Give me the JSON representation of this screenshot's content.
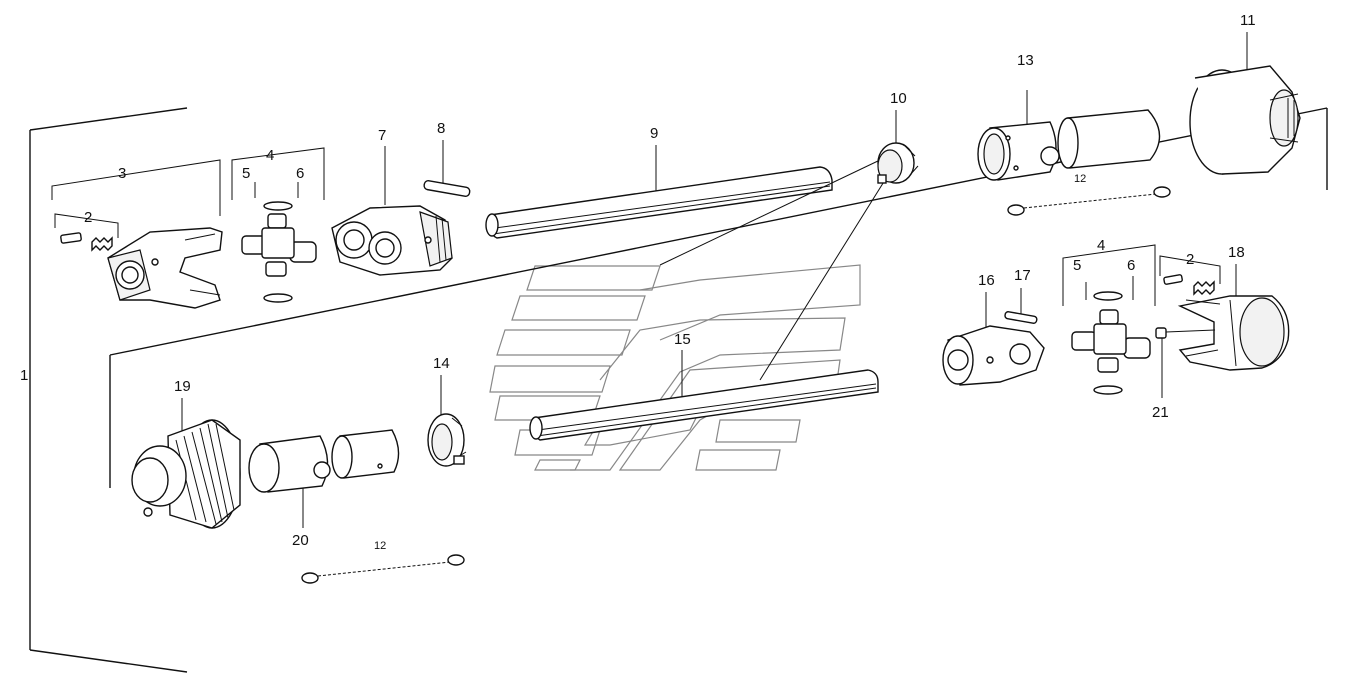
{
  "diagram": {
    "background_color": "#ffffff",
    "line_color": "#111111",
    "labels": {
      "assembly": "1",
      "screw_set": "2",
      "yoke_assembly": "3",
      "cross_kit": "4",
      "kit_5": "5",
      "kit_6": "6",
      "yoke_7": "7",
      "pin_8": "8",
      "tube_9": "9",
      "bearing_10": "10",
      "cone_11": "11",
      "chain_12": "12",
      "guard_tubes_13": "13",
      "bearing_14": "14",
      "tube_15": "15",
      "yoke_16": "16",
      "pin_17": "17",
      "clutch_18": "18",
      "cone_19": "19",
      "guard_tubes_20": "20",
      "nipple_21": "21"
    }
  }
}
